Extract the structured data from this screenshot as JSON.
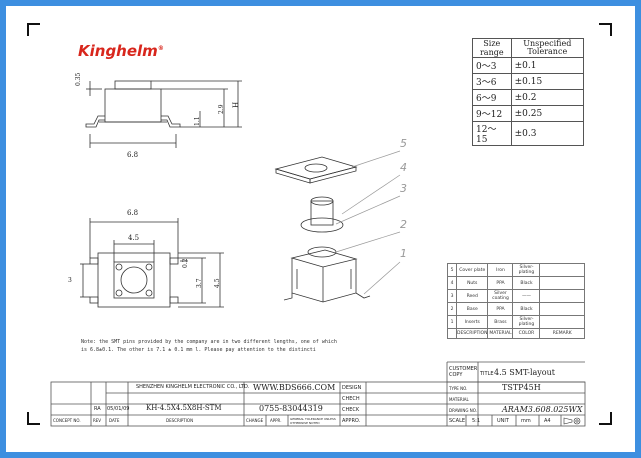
{
  "logo": {
    "text": "Kinghelm",
    "mark": "®"
  },
  "tolerance": {
    "headers": [
      "Size range",
      "Unspecified Tolerance"
    ],
    "rows": [
      [
        "0～3",
        "±0.1"
      ],
      [
        "3～6",
        "±0.15"
      ],
      [
        "6～9",
        "±0.2"
      ],
      [
        "9～12",
        "±0.25"
      ],
      [
        "12～15",
        "±0.3"
      ]
    ]
  },
  "dimensions": {
    "pin_thickness": "0.35",
    "side_height_a": "2.9",
    "side_height_h": "H",
    "side_pin": "1.1",
    "side_width": "6.8",
    "top_width_outer": "6.8",
    "top_width_inner": "4.5",
    "top_pin_len": "0.2",
    "top_height_a": "3.7",
    "top_height_b": "4.5",
    "top_left": "3"
  },
  "callouts": [
    "5",
    "4",
    "3",
    "2",
    "1"
  ],
  "bom": {
    "header": [
      "DESCRIPTION",
      "MATERIAL",
      "COLOR",
      "REMARK"
    ],
    "rows": [
      [
        "5",
        "Cover plate",
        "Iron",
        "Silver- plating",
        ""
      ],
      [
        "4",
        "Nuts",
        "PPA",
        "Black",
        ""
      ],
      [
        "3",
        "Reed",
        "Silver coating",
        "——",
        ""
      ],
      [
        "2",
        "Base",
        "PPA",
        "Black",
        ""
      ],
      [
        "1",
        "Inserts",
        "Brass",
        "Silver- plating",
        ""
      ]
    ]
  },
  "note": {
    "line1": "Note: the SMT pins provided by the company are in two different lengths, one of which",
    "line2": "is 6.8±0.1. The other is 7.1 ± 0.1 mm l. Please pay attention to the distincti"
  },
  "title_block": {
    "company": "SHENZHEN KINGHELM ELECTRONIC CO., LTD.",
    "website": "WWW.BDS666.COM",
    "part": "KH-4.5X4.5X8H-STM",
    "phone": "0755-83044319",
    "rev_label": "RA",
    "rev_date": "05/01/09",
    "col_labels": {
      "concept": "CONCEPT NO.",
      "rev": "REV",
      "date": "DATE",
      "description": "DESCRIPTION",
      "change": "CHANGE",
      "appr": "APPR.",
      "general_tol": "GENERAL TOLERANCE UNLESS OTHERWISE NOTED"
    },
    "design": "DESIGN",
    "check1": "CHECH",
    "check2": "CHECK",
    "approve": "APPRO.",
    "customer_copy": "CUSTOMER COPY",
    "title_label": "TITLE",
    "title_value": "4.5 SMT-layout",
    "type_label": "TYPE NO.",
    "type_value": "TSTP45H",
    "material_label": "MATERIAL",
    "drawing_label": "DRAWING NO.",
    "drawing_value": "ARAM3.608.025WX",
    "scale_label": "SCALE",
    "scale_value": "5:1",
    "unit_label": "UNIT",
    "unit_value": "mm",
    "size_value": "A4"
  },
  "colors": {
    "frame": "#3d8fe0",
    "logo": "#d8261c",
    "callout": "#999999"
  }
}
